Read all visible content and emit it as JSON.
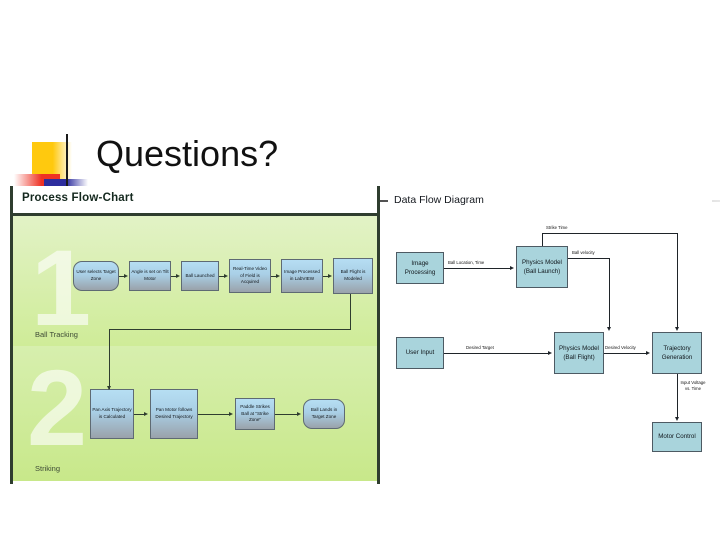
{
  "slide": {
    "title": "Questions?"
  },
  "figure": {
    "flow_chart": {
      "title": "Process Flow-Chart",
      "bands": [
        {
          "number": "1",
          "label": "Ball Tracking"
        },
        {
          "number": "2",
          "label": "Striking"
        }
      ],
      "row1": [
        {
          "text": "User selects Target Zone",
          "shape": "terminator"
        },
        {
          "text": "Angle is set on Tilt Motor",
          "shape": "process"
        },
        {
          "text": "Ball Launched",
          "shape": "process"
        },
        {
          "text": "Real-Time Video of Field is Acquired",
          "shape": "process"
        },
        {
          "text": "Image Processed in LabVIEW",
          "shape": "process"
        },
        {
          "text": "Ball Flight is Modeled",
          "shape": "process"
        }
      ],
      "row2": [
        {
          "text": "Pan Axis Trajectory is Calculated",
          "shape": "process"
        },
        {
          "text": "Pan Motor follows Desired Trajectory",
          "shape": "process"
        },
        {
          "text": "Paddle Strikes Ball at \"Strike Zone\"",
          "shape": "process"
        },
        {
          "text": "Ball Lands in Target Zone",
          "shape": "terminator"
        }
      ]
    },
    "data_flow": {
      "title": "Data Flow Diagram",
      "nodes": [
        {
          "id": "image-processing",
          "text": "Image Processing"
        },
        {
          "id": "physics-model-ball-launch",
          "text": "Physics Model (Ball Launch)"
        },
        {
          "id": "user-input",
          "text": "User Input"
        },
        {
          "id": "physics-model-ball-flight",
          "text": "Physics Model (Ball Flight)"
        },
        {
          "id": "trajectory-generation",
          "text": "Trajectory Generation"
        },
        {
          "id": "motor-control",
          "text": "Motor Control"
        }
      ],
      "edge_labels": [
        {
          "id": "ball-location-time",
          "text": "Ball Location, Time"
        },
        {
          "id": "strike-time",
          "text": "Strike Time"
        },
        {
          "id": "ball-velocity",
          "text": "Ball velocity"
        },
        {
          "id": "desired-target",
          "text": "Desired Target"
        },
        {
          "id": "desired-velocity",
          "text": "Desired Velocity"
        },
        {
          "id": "input-voltage-vs-time",
          "text": "Input Voltage vs. Time"
        }
      ]
    }
  },
  "colors": {
    "accent_yellow": "#FFC90E",
    "accent_red": "#EE3124",
    "accent_blue": "#2D2D9E",
    "rule_dark": "#1a1a1a",
    "band_green_top": "#E2F2C6",
    "band_green_bottom": "#C8E88A",
    "node_blue": "#B6DEF3",
    "node_gray": "#9AA2AA",
    "dfd_node": "#A9D4DC",
    "panel_rule": "#2f3d2f"
  }
}
